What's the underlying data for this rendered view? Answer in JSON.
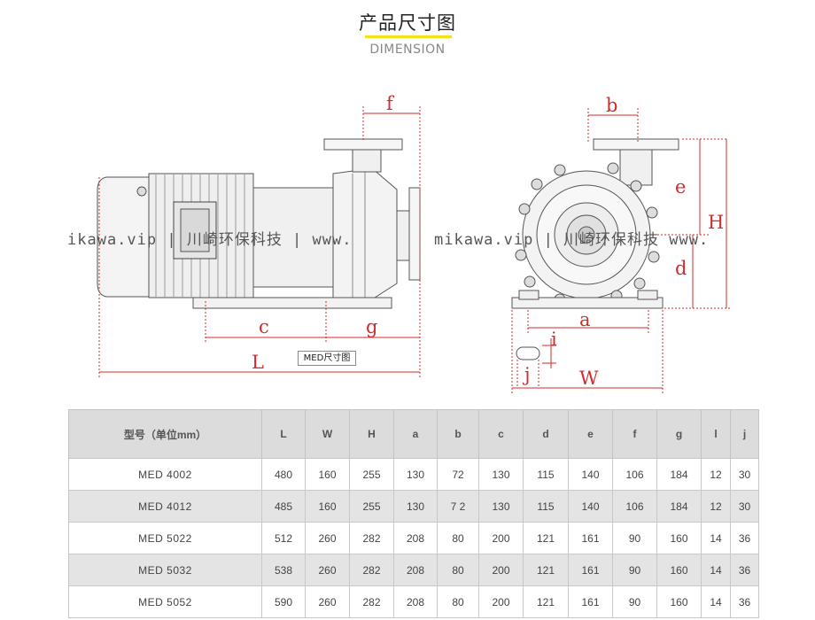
{
  "header": {
    "title": "产品尺寸图",
    "subtitle": "DIMENSION"
  },
  "drawing": {
    "caption": "MED尺寸图",
    "watermark_left": "ikawa.vip | 川崎环保科技 | www.",
    "watermark_right": "mikawa.vip | 川崎环保科技  www.",
    "side_view_labels": {
      "f": "f",
      "c": "c",
      "g": "g",
      "L": "L"
    },
    "front_view_labels": {
      "b": "b",
      "e": "e",
      "H": "H",
      "d": "d",
      "a": "a",
      "i": "i",
      "j": "j",
      "W": "W"
    },
    "dimension_color": "#d22b2b"
  },
  "table": {
    "headers": [
      "型号（单位mm）",
      "L",
      "W",
      "H",
      "a",
      "b",
      "c",
      "d",
      "e",
      "f",
      "g",
      "l",
      "j"
    ],
    "rows": [
      [
        "MED  4002",
        "480",
        "160",
        "255",
        "130",
        "72",
        "130",
        "115",
        "140",
        "106",
        "184",
        "12",
        "30"
      ],
      [
        "MED  4012",
        "485",
        "160",
        "255",
        "130",
        "7 2",
        "130",
        "115",
        "140",
        "106",
        "184",
        "12",
        "30"
      ],
      [
        "MED  5022",
        "512",
        "260",
        "282",
        "208",
        "80",
        "200",
        "121",
        "161",
        "90",
        "160",
        "14",
        "36"
      ],
      [
        "MED  5032",
        "538",
        "260",
        "282",
        "208",
        "80",
        "200",
        "121",
        "161",
        "90",
        "160",
        "14",
        "36"
      ],
      [
        "MED  5052",
        "590",
        "260",
        "282",
        "208",
        "80",
        "200",
        "121",
        "161",
        "90",
        "160",
        "14",
        "36"
      ]
    ]
  }
}
